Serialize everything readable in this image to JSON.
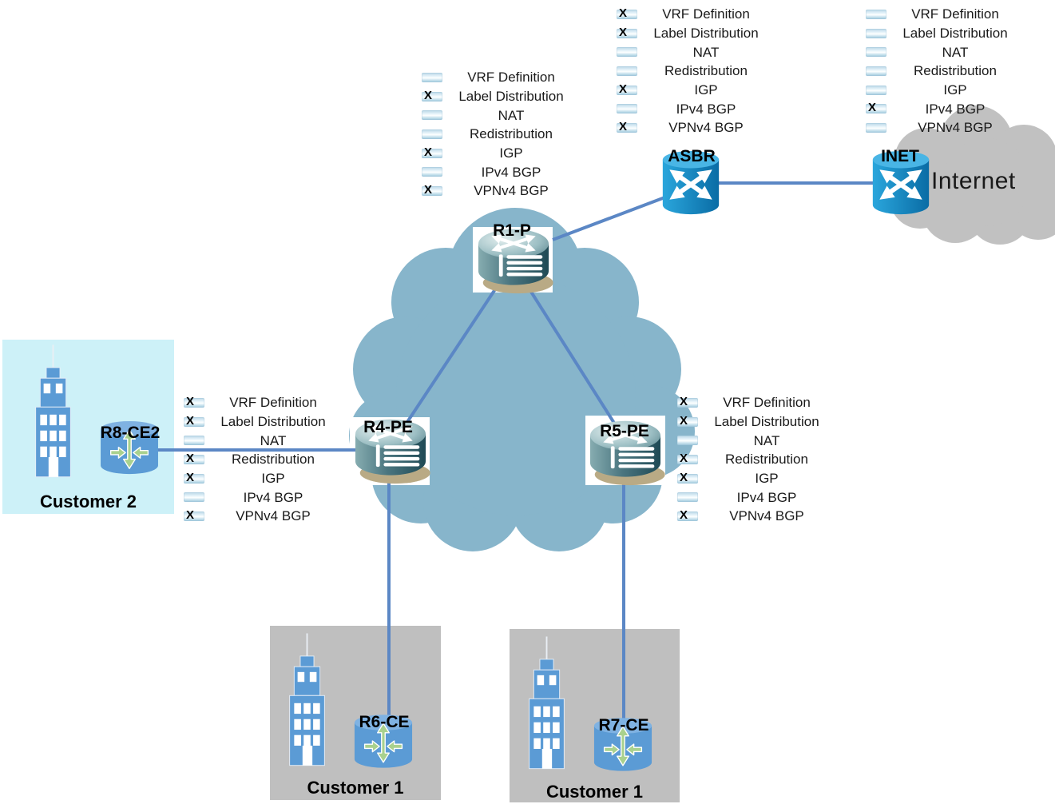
{
  "checkmark": "X",
  "nodes": {
    "r1p": "R1-P",
    "asbr": "ASBR",
    "inet": "INET",
    "r4pe": "R4-PE",
    "r5pe": "R5-PE",
    "r8ce2": "R8-CE2",
    "r6ce": "R6-CE",
    "r7ce": "R7-CE"
  },
  "clouds": {
    "internet_label": "Internet"
  },
  "sites": {
    "customer2": "Customer 2",
    "customer1_left": "Customer 1",
    "customer1_right": "Customer 1"
  },
  "checklists": {
    "r1p": {
      "rows": [
        {
          "label": "VRF Definition",
          "checked": false
        },
        {
          "label": "Label Distribution",
          "checked": true
        },
        {
          "label": "NAT",
          "checked": false
        },
        {
          "label": "Redistribution",
          "checked": false
        },
        {
          "label": "IGP",
          "checked": true
        },
        {
          "label": "IPv4 BGP",
          "checked": false
        },
        {
          "label": "VPNv4 BGP",
          "checked": true
        }
      ]
    },
    "asbr": {
      "rows": [
        {
          "label": "VRF Definition",
          "checked": true
        },
        {
          "label": "Label Distribution",
          "checked": true
        },
        {
          "label": "NAT",
          "checked": false
        },
        {
          "label": "Redistribution",
          "checked": false
        },
        {
          "label": "IGP",
          "checked": true
        },
        {
          "label": "IPv4 BGP",
          "checked": false
        },
        {
          "label": "VPNv4 BGP",
          "checked": true
        }
      ]
    },
    "inet": {
      "rows": [
        {
          "label": "VRF Definition",
          "checked": false
        },
        {
          "label": "Label Distribution",
          "checked": false
        },
        {
          "label": "NAT",
          "checked": false
        },
        {
          "label": "Redistribution",
          "checked": false
        },
        {
          "label": "IGP",
          "checked": false
        },
        {
          "label": "IPv4 BGP",
          "checked": true
        },
        {
          "label": "VPNv4 BGP",
          "checked": false
        }
      ]
    },
    "r4pe": {
      "rows": [
        {
          "label": "VRF Definition",
          "checked": true
        },
        {
          "label": "Label Distribution",
          "checked": true
        },
        {
          "label": "NAT",
          "checked": false
        },
        {
          "label": "Redistribution",
          "checked": true
        },
        {
          "label": "IGP",
          "checked": true
        },
        {
          "label": "IPv4 BGP",
          "checked": false
        },
        {
          "label": "VPNv4 BGP",
          "checked": true
        }
      ]
    },
    "r5pe": {
      "rows": [
        {
          "label": "VRF Definition",
          "checked": true
        },
        {
          "label": "Label Distribution",
          "checked": true
        },
        {
          "label": "NAT",
          "checked": false
        },
        {
          "label": "Redistribution",
          "checked": true
        },
        {
          "label": "IGP",
          "checked": true
        },
        {
          "label": "IPv4 BGP",
          "checked": false
        },
        {
          "label": "VPNv4 BGP",
          "checked": true
        }
      ]
    }
  },
  "colors": {
    "link": "#5b87c5",
    "provider_cloud": "#87b5cb",
    "internet_cloud": "#c1c1c1",
    "customer2_bg": "#cdf1f8",
    "customer1_bg": "#bfbfbf",
    "building": "#5b9bd5",
    "ce_router": "#5b9bd5",
    "ce_arrow": "#a9d18e",
    "switch_blue": "#1590cb",
    "router_teal": "#3c6a73",
    "checkbox_blue": "#a9cde0"
  }
}
